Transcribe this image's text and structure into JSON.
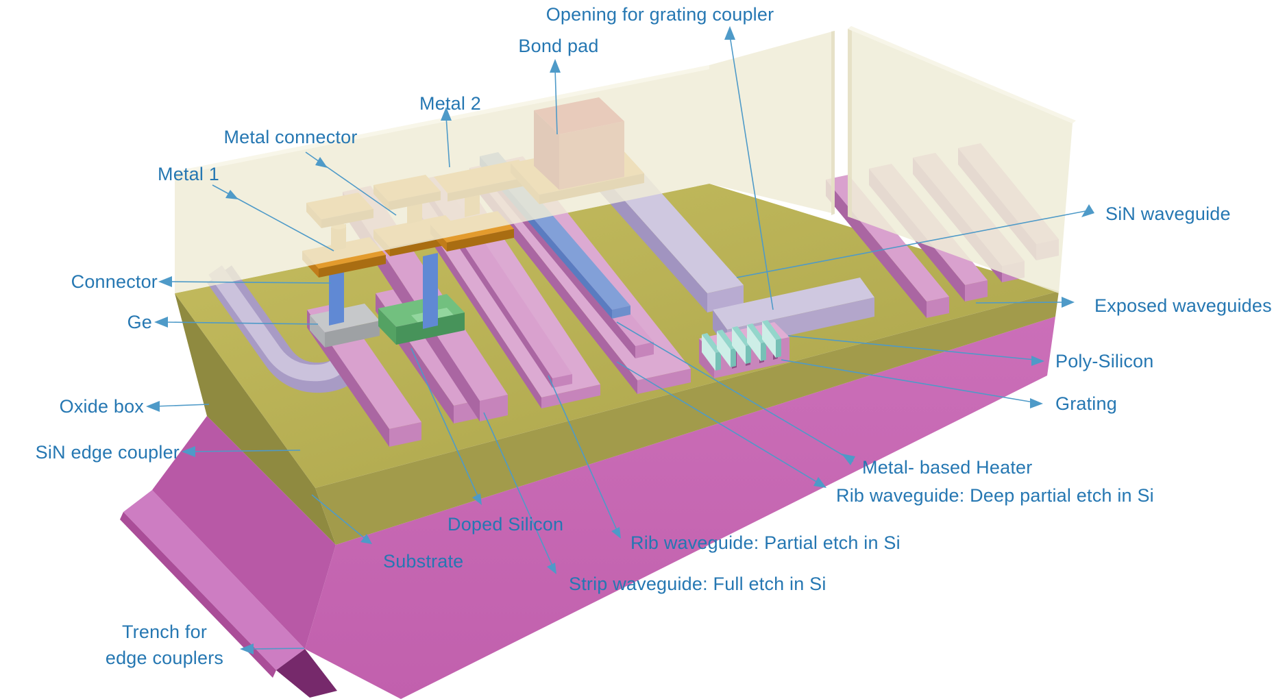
{
  "labels": {
    "opening_grating": "Opening for grating coupler",
    "bond_pad": "Bond pad",
    "metal_2": "Metal 2",
    "metal_connector": "Metal connector",
    "metal_1": "Metal 1",
    "connector": "Connector",
    "ge": "Ge",
    "oxide_box": "Oxide box",
    "sin_edge_coupler": "SiN edge coupler",
    "trench_line1": "Trench for",
    "trench_line2": "edge couplers",
    "substrate": "Substrate",
    "doped_silicon": "Doped Silicon",
    "strip_waveguide": "Strip waveguide: Full etch in Si",
    "rib_waveguide_partial": "Rib waveguide: Partial etch in Si",
    "rib_waveguide_deep": "Rib waveguide: Deep partial etch in Si",
    "metal_based_heater": "Metal- based Heater",
    "grating": "Grating",
    "poly_silicon": "Poly-Silicon",
    "exposed_waveguides": "Exposed waveguides",
    "sin_waveguide": "SiN waveguide"
  },
  "colors": {
    "label_text": "#2577b2",
    "arrow": "#4e9ac8",
    "substrate": "#c667b3",
    "buried_oxide": "#bab353",
    "oxide_cladding": "#efecd7",
    "silicon_waveguide": "#d9a1ce",
    "sin_waveguide": "#cfc8e0",
    "metal": "#e39b2d",
    "bond_pad": "#c2242b",
    "via_connector": "#6089d4",
    "germanium": "#c6c8ca",
    "doped_silicon": "#72c07f",
    "heater_teal": "#93d6cb"
  }
}
